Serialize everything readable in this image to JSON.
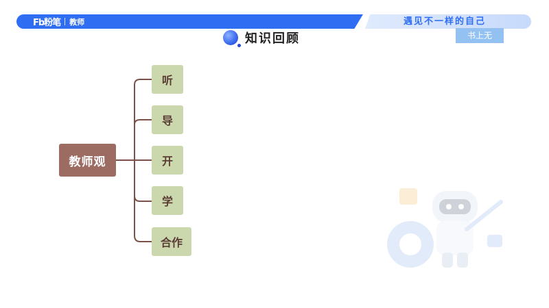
{
  "header": {
    "logo_mark": "Fb粉笔",
    "logo_sub": "教师",
    "slogan": "遇见不一样的自己",
    "badge": "书上无"
  },
  "section": {
    "title": "知识回顾"
  },
  "mindmap": {
    "root": "教师观",
    "nodes": [
      "听",
      "导",
      "开",
      "学",
      "合作"
    ]
  },
  "colors": {
    "brand_blue": "#2f6ef3",
    "root_fill": "#9c6c63",
    "node_fill": "#cbd7ac",
    "connector": "#7a5048"
  },
  "icons": {
    "title": "sphere-icon",
    "illustration": "robot-mascot-icon"
  }
}
